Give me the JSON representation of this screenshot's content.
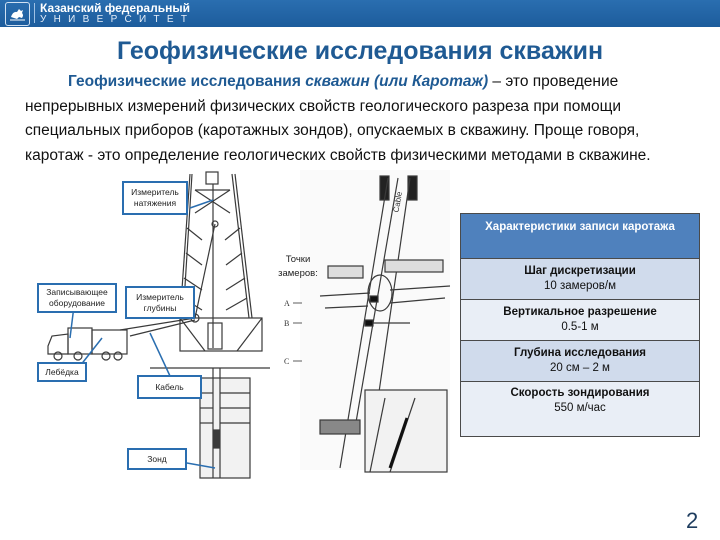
{
  "header": {
    "logo_icon": "kfu-logo-icon",
    "university_line1": "Казанский федеральный",
    "university_line2": "УНИВЕРСИТЕТ",
    "brand_color": "#1f5fa0"
  },
  "title": "Геофизические исследования скважин",
  "intro": {
    "term_bold": "Геофизические исследования ",
    "term_italic": "скважин (или Каротаж)",
    "line1_rest": " – это проведение",
    "line2": "непрерывных измерений физических свойств геологического разреза при помощи",
    "line3": "специальных приборов (каротажных зондов), опускаемых в скважину. Проще говоря,",
    "line4": "каротаж - это определение геологических свойств физическими методами в скважине."
  },
  "diagram_left": {
    "labels": {
      "tension_meter": "Измеритель натяжения",
      "recording_equipment": "Записывающее оборудование",
      "depth_meter": "Измеритель глубины",
      "winch": "Лебёдка",
      "cable": "Кабель",
      "probe": "Зонд"
    }
  },
  "diagram_right": {
    "points_label": "Точки замеров:",
    "points": [
      "A",
      "B",
      "C"
    ],
    "cable_text": "Cable"
  },
  "table": {
    "header": "Характеристики записи каротажа",
    "rows": [
      {
        "name": "Шаг дискретизации",
        "value": "10 замеров/м"
      },
      {
        "name": "Вертикальное разрешение",
        "value": "0.5-1 м"
      },
      {
        "name": "Глубина исследования",
        "value": "20 см – 2 м"
      },
      {
        "name": "Скорость зондирования",
        "value": "550 м/час"
      }
    ]
  },
  "page_number": "2"
}
